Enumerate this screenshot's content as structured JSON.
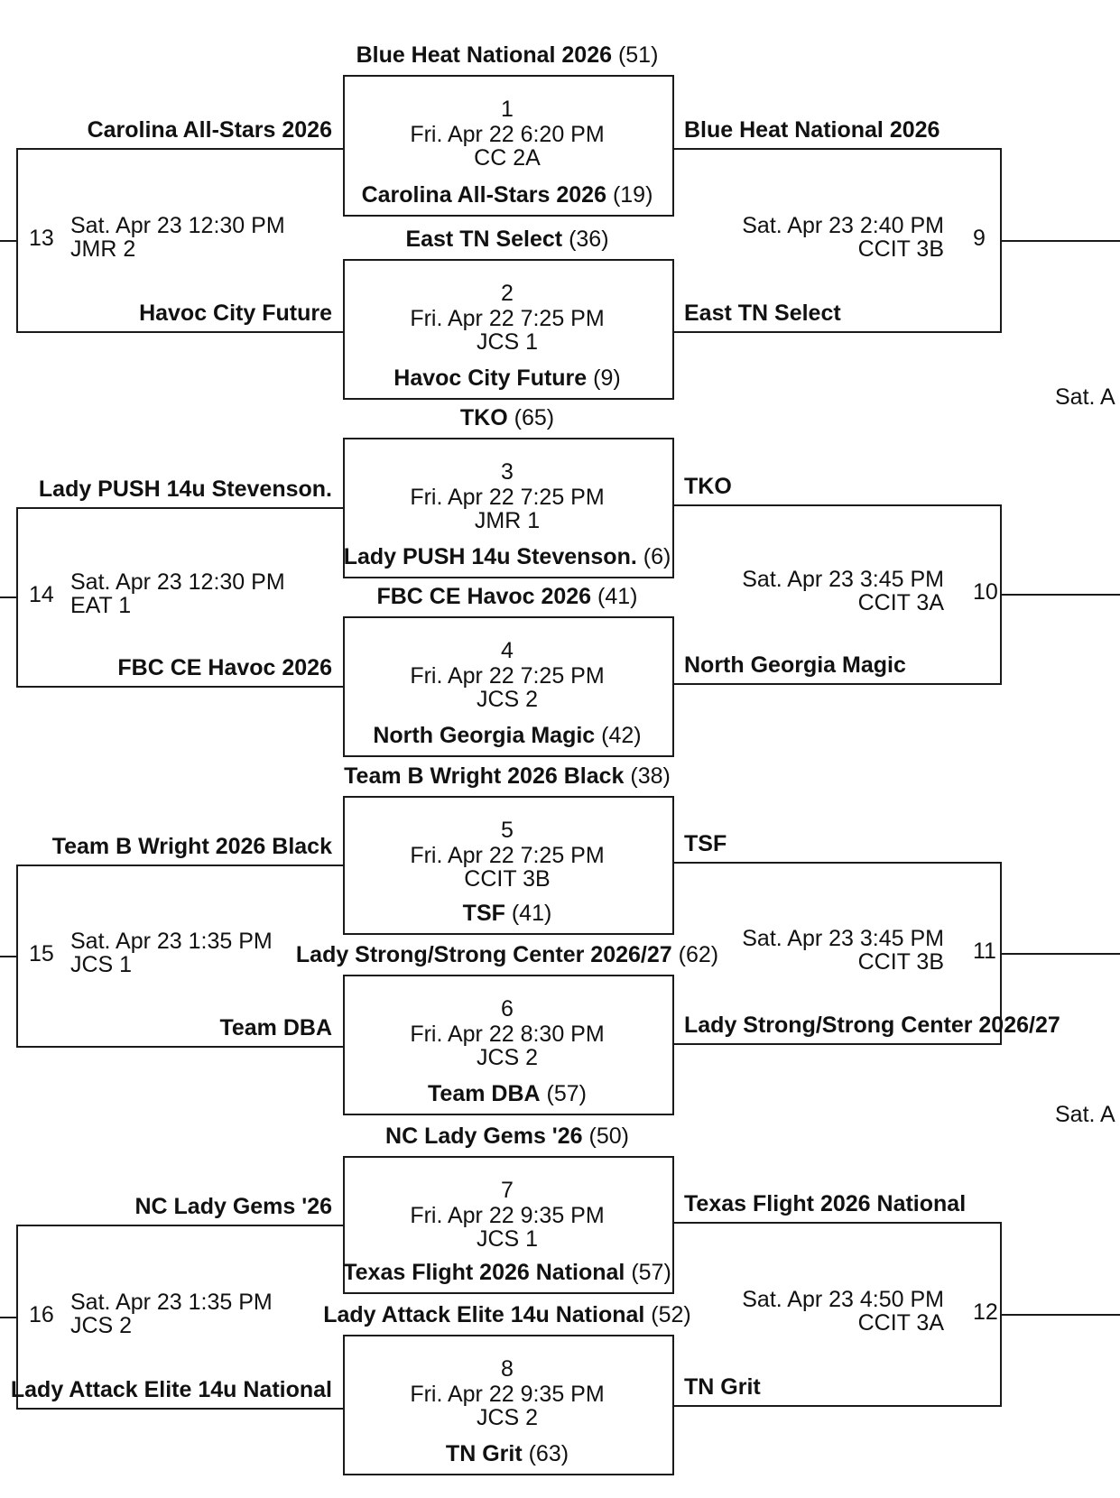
{
  "bracket": {
    "round1": [
      {
        "num": "1",
        "date": "Fri. Apr 22 6:20 PM",
        "venue": "CC 2A",
        "top": {
          "team": "Blue Heat National 2026",
          "seed": "(51)"
        },
        "bottom": {
          "team": "Carolina All-Stars 2026",
          "seed": "(19)"
        }
      },
      {
        "num": "2",
        "date": "Fri. Apr 22 7:25 PM",
        "venue": "JCS 1",
        "top": {
          "team": "East TN Select",
          "seed": "(36)"
        },
        "bottom": {
          "team": "Havoc City Future",
          "seed": "(9)"
        }
      },
      {
        "num": "3",
        "date": "Fri. Apr 22 7:25 PM",
        "venue": "JMR 1",
        "top": {
          "team": "TKO",
          "seed": "(65)"
        },
        "bottom": {
          "team": "Lady PUSH 14u Stevenson.",
          "seed": "(6)"
        }
      },
      {
        "num": "4",
        "date": "Fri. Apr 22 7:25 PM",
        "venue": "JCS 2",
        "top": {
          "team": "FBC CE Havoc 2026",
          "seed": "(41)"
        },
        "bottom": {
          "team": "North Georgia Magic",
          "seed": "(42)"
        }
      },
      {
        "num": "5",
        "date": "Fri. Apr 22 7:25 PM",
        "venue": "CCIT 3B",
        "top": {
          "team": "Team B Wright 2026 Black",
          "seed": "(38)"
        },
        "bottom": {
          "team": "TSF",
          "seed": "(41)"
        }
      },
      {
        "num": "6",
        "date": "Fri. Apr 22 8:30 PM",
        "venue": "JCS 2",
        "top": {
          "team": "Lady Strong/Strong Center 2026/27",
          "seed": "(62)"
        },
        "bottom": {
          "team": "Team DBA",
          "seed": "(57)"
        }
      },
      {
        "num": "7",
        "date": "Fri. Apr 22 9:35 PM",
        "venue": "JCS 1",
        "top": {
          "team": "NC Lady Gems '26",
          "seed": "(50)"
        },
        "bottom": {
          "team": "Texas Flight 2026 National",
          "seed": "(57)"
        }
      },
      {
        "num": "8",
        "date": "Fri. Apr 22 9:35 PM",
        "venue": "JCS 2",
        "top": {
          "team": "Lady Attack Elite 14u National",
          "seed": "(52)"
        },
        "bottom": {
          "team": "TN Grit",
          "seed": "(63)"
        }
      }
    ],
    "left": [
      {
        "num": "13",
        "date": "Sat. Apr 23 12:30 PM",
        "venue": "JMR 2",
        "top": "Carolina All-Stars 2026",
        "bottom": "Havoc City Future"
      },
      {
        "num": "14",
        "date": "Sat. Apr 23 12:30 PM",
        "venue": "EAT 1",
        "top": "Lady PUSH 14u Stevenson.",
        "bottom": "FBC CE Havoc 2026"
      },
      {
        "num": "15",
        "date": "Sat. Apr 23 1:35 PM",
        "venue": "JCS 1",
        "top": "Team B Wright 2026 Black",
        "bottom": "Team DBA"
      },
      {
        "num": "16",
        "date": "Sat. Apr 23 1:35 PM",
        "venue": "JCS 2",
        "top": "NC Lady Gems '26",
        "bottom": "Lady Attack Elite 14u National"
      }
    ],
    "right": [
      {
        "num": "9",
        "date": "Sat. Apr 23 2:40 PM",
        "venue": "CCIT 3B",
        "top": "Blue Heat National 2026",
        "bottom": "East TN Select"
      },
      {
        "num": "10",
        "date": "Sat. Apr 23 3:45 PM",
        "venue": "CCIT 3A",
        "top": "TKO",
        "bottom": "North Georgia Magic"
      },
      {
        "num": "11",
        "date": "Sat. Apr 23 3:45 PM",
        "venue": "CCIT 3B",
        "top": "TSF",
        "bottom": "Lady Strong/Strong Center 2026/27"
      },
      {
        "num": "12",
        "date": "Sat. Apr 23 4:50 PM",
        "venue": "CCIT 3A",
        "top": "Texas Flight 2026 National",
        "bottom": "TN Grit"
      }
    ],
    "next_round_dates": [
      "Sat. A",
      "Sat. A"
    ]
  }
}
